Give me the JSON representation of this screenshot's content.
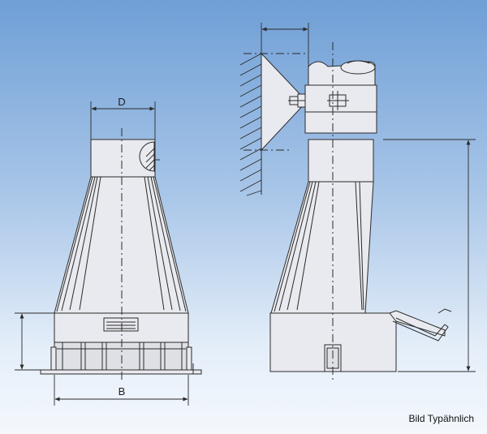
{
  "labels": {
    "dimension_d": "D",
    "dimension_b": "B",
    "caption": "Bild Typähnlich"
  },
  "colors": {
    "background_top": "#6f9fd6",
    "background_bottom": "#f4f8fd",
    "line": "#2b2b2b",
    "part_fill": "#e9eaef"
  }
}
